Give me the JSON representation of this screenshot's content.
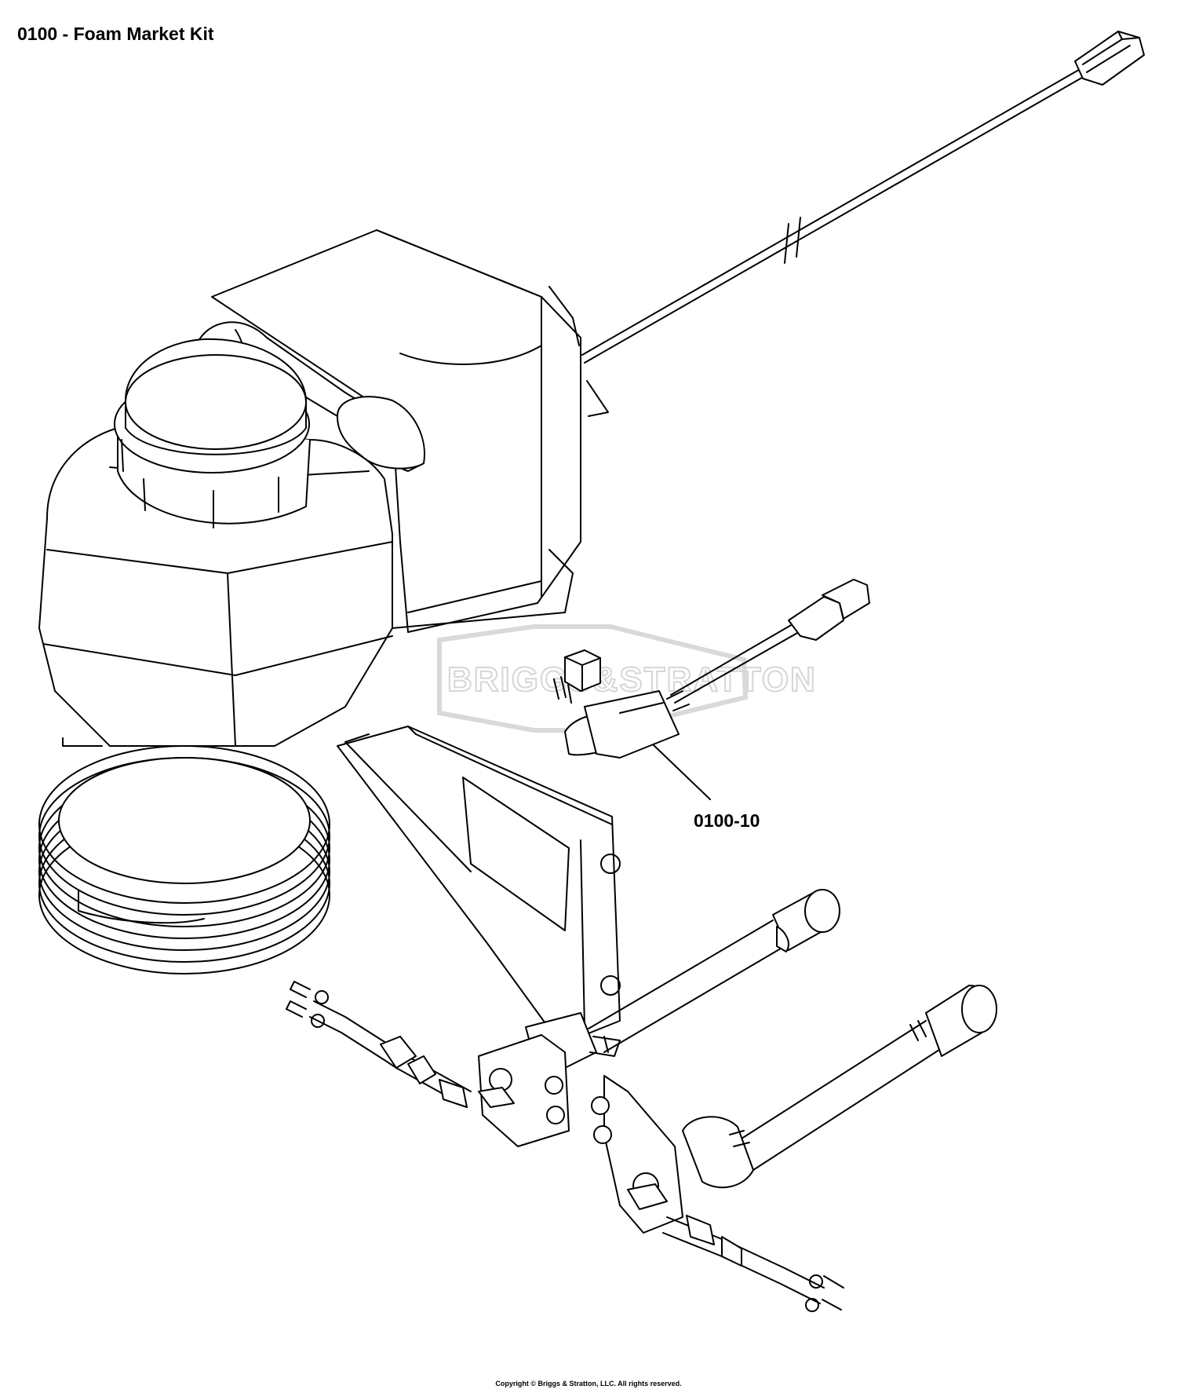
{
  "header": {
    "title": "0100 - Foam Market Kit"
  },
  "callouts": [
    {
      "label": "0100-10"
    }
  ],
  "watermark": {
    "text": "BRIGGS&STRATTON"
  },
  "footer": {
    "copyright": "Copyright © Briggs & Stratton, LLC. All rights reserved."
  },
  "colors": {
    "line": "#000000",
    "background": "#ffffff",
    "watermark": "#d9d9d9"
  }
}
